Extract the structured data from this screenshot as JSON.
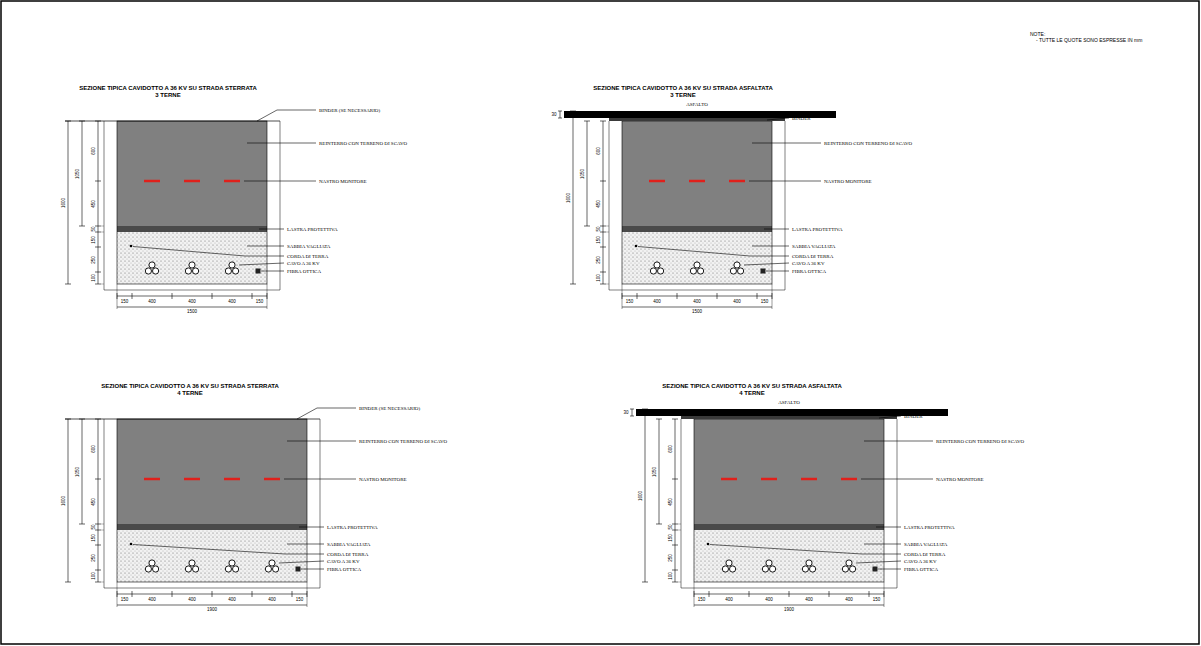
{
  "diagram": {
    "labels": [
      "SEZIONE TIPICA CAVIDOTTO A 36 KV SU STRADA STERRATA",
      "3 TERNE",
      "BINDER (SE NECESSARIO)",
      "REINTERRO CON TERRENO DI SCAVO",
      "NASTRO MONITORE",
      "LASTRA PROTETTIVA",
      "SABBIA VAGLIATA",
      "CORDA DI TERRA",
      "CAVO A 36 KV",
      "FIBRA OTTICA",
      "1600",
      "1050",
      "600",
      "450",
      "50",
      "150",
      "250",
      "100",
      "150",
      "400",
      "400",
      "400",
      "150",
      "1500",
      "SEZIONE TIPICA CAVIDOTTO A 36 KV SU STRADA ASFALTATA",
      "3 TERNE",
      "ASFALTO",
      "BINDER",
      "REINTERRO CON TERRENO DI SCAVO",
      "NASTRO MONITORE",
      "LASTRA PROTETTIVA",
      "SABBIA VAGLIATA",
      "CORDA DI TERRA",
      "CAVO A 36 KV",
      "FIBRA OTTICA",
      "30",
      "1600",
      "1050",
      "600",
      "450",
      "50",
      "150",
      "250",
      "100",
      "150",
      "400",
      "400",
      "400",
      "150",
      "1500",
      "SEZIONE TIPICA CAVIDOTTO A 36 KV SU STRADA STERRATA",
      "4 TERNE",
      "BINDER (SE NECESSARIO)",
      "REINTERRO CON TERRENO DI SCAVO",
      "NASTRO MONITORE",
      "LASTRA PROTETTIVA",
      "SABBIA VAGLIATA",
      "CORDA DI TERRA",
      "CAVO A 36 KV",
      "FIBRA OTTICA",
      "1600",
      "1050",
      "600",
      "450",
      "50",
      "150",
      "250",
      "100",
      "150",
      "400",
      "400",
      "400",
      "400",
      "150",
      "1900",
      "SEZIONE TIPICA CAVIDOTTO A 36 KV SU STRADA ASFALTATA",
      "4 TERNE",
      "ASFALTO",
      "BINDER",
      "REINTERRO CON TERRENO DI SCAVO",
      "NASTRO MONITORE",
      "LASTRA PROTETTIVA",
      "SABBIA VAGLIATA",
      "CORDA DI TERRA",
      "CAVO A 36 KV",
      "FIBRA OTTICA",
      "30",
      "1600",
      "1050",
      "600",
      "450",
      "50",
      "150",
      "250",
      "100",
      "150",
      "400",
      "400",
      "400",
      "400",
      "150",
      "1900",
      "NOTE:",
      "- TUTTE LE QUOTE SONO ESPRESSE IN mm"
    ]
  }
}
